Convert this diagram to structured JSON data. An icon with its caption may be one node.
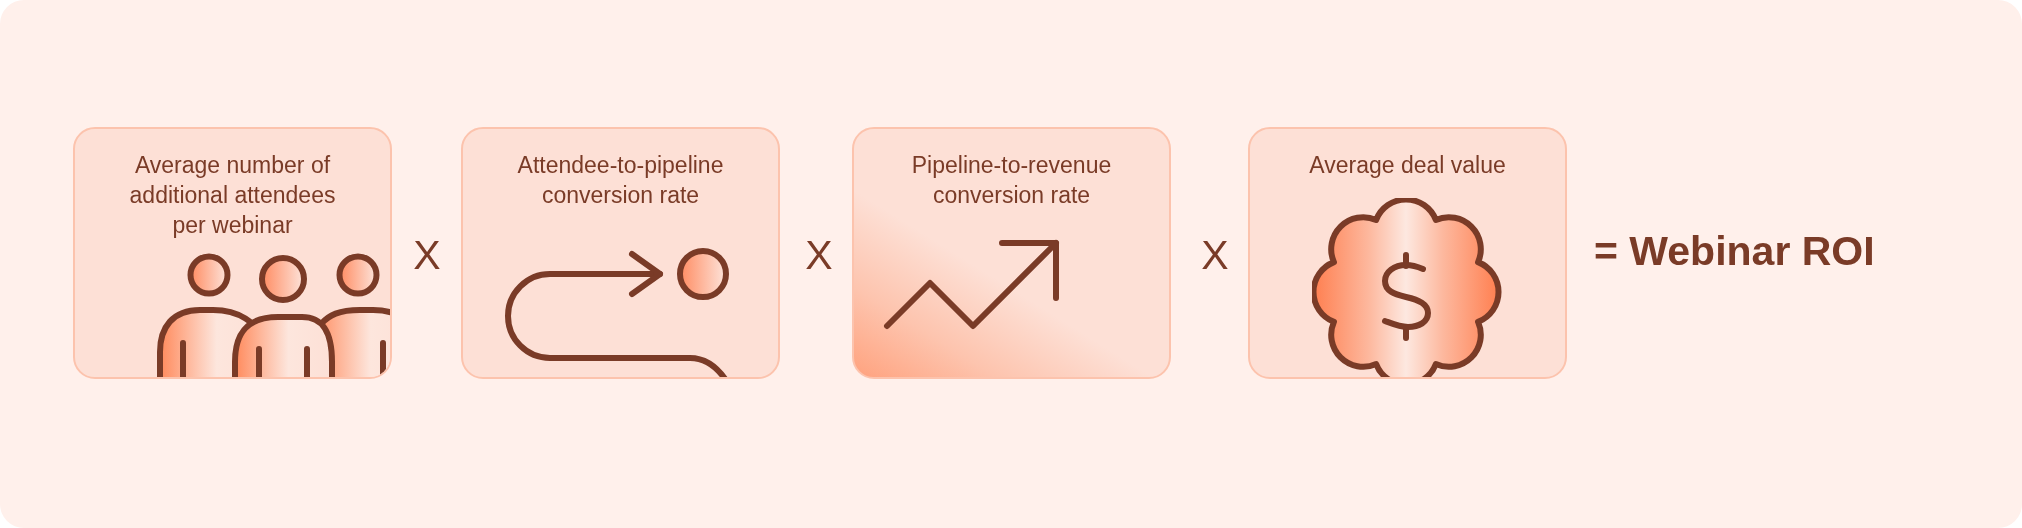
{
  "diagram": {
    "nodes": [
      {
        "text": [
          "Average number of additional attendees per webinar"
        ]
      },
      {
        "text": [
          "Attendee-to-pipeline conversion rate"
        ]
      },
      {
        "text": [
          "Pipeline-to-revenue conversion rate"
        ]
      },
      {
        "text": [
          "Average deal value"
        ]
      }
    ],
    "labels": [
      "X",
      "X",
      "X",
      "= Webinar ROI"
    ]
  }
}
